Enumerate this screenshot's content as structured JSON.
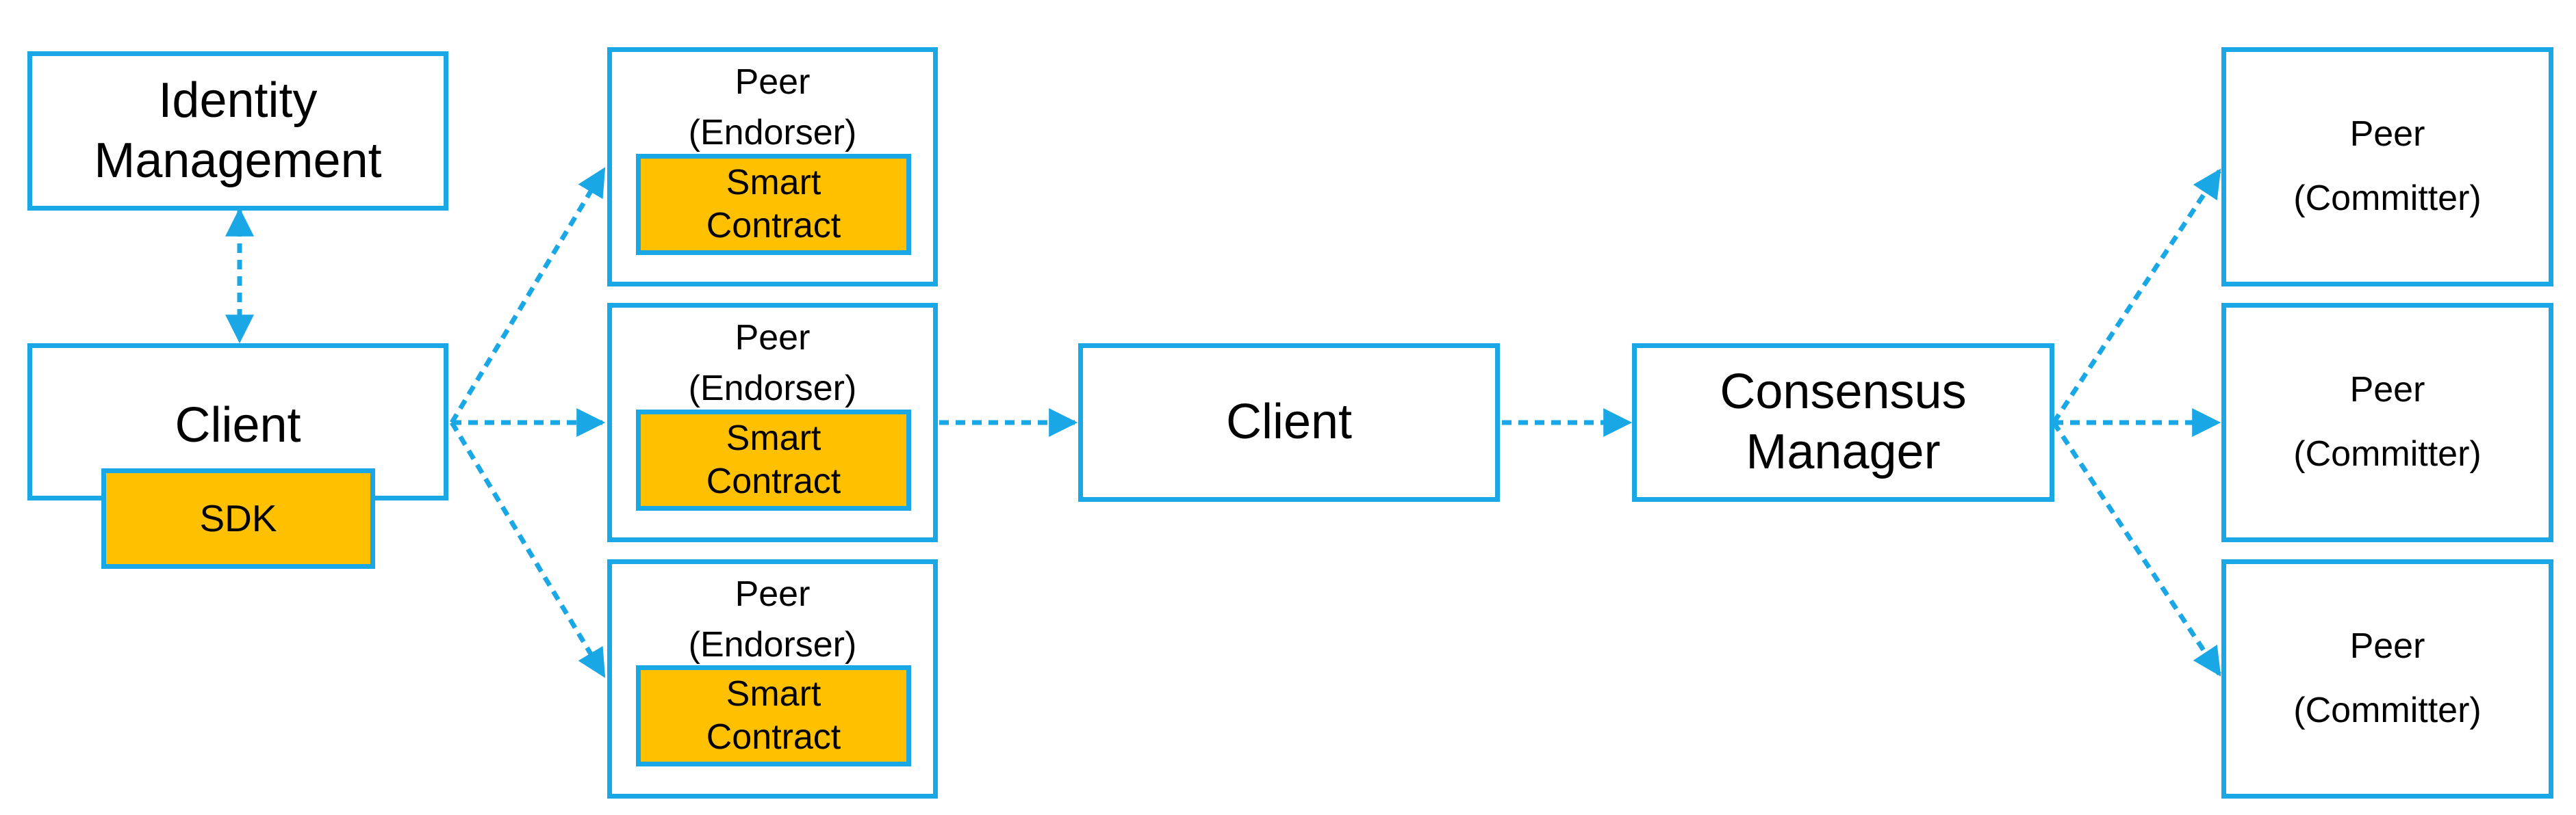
{
  "colors": {
    "border": "#1aa7e6",
    "contract_fill": "#ffc000",
    "arrow": "#1aa7e6"
  },
  "identity": {
    "line1": "Identity",
    "line2": "Management"
  },
  "client_left": {
    "label": "Client",
    "sdk": "SDK"
  },
  "endorsers": [
    {
      "line1": "Peer",
      "line2": "(Endorser)",
      "contract1": "Smart",
      "contract2": "Contract"
    },
    {
      "line1": "Peer",
      "line2": "(Endorser)",
      "contract1": "Smart",
      "contract2": "Contract"
    },
    {
      "line1": "Peer",
      "line2": "(Endorser)",
      "contract1": "Smart",
      "contract2": "Contract"
    }
  ],
  "client_mid": {
    "label": "Client"
  },
  "consensus": {
    "line1": "Consensus",
    "line2": "Manager"
  },
  "committers": [
    {
      "line1": "Peer",
      "line2": "(Committer)"
    },
    {
      "line1": "Peer",
      "line2": "(Committer)"
    },
    {
      "line1": "Peer",
      "line2": "(Committer)"
    }
  ]
}
